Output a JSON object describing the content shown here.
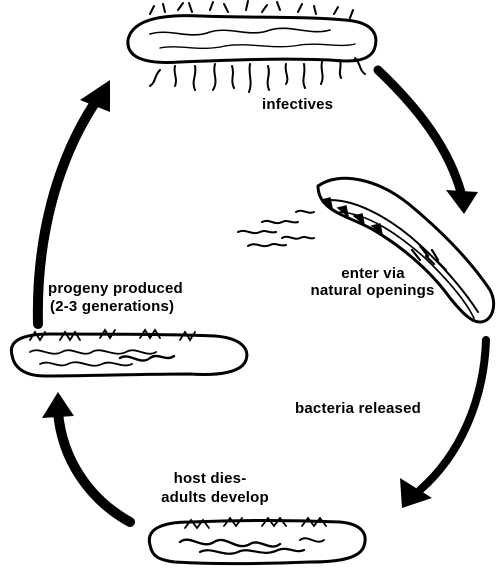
{
  "diagram": {
    "labels": {
      "infectives": "infectives",
      "enter_line1": "enter via",
      "enter_line2": "natural openings",
      "bacteria": "bacteria released",
      "host_line1": "host dies-",
      "host_line2": "adults develop",
      "progeny_line1": "progeny produced",
      "progeny_line2": "(2-3 generations)"
    },
    "colors": {
      "ink": "#000000",
      "background": "#ffffff"
    }
  }
}
